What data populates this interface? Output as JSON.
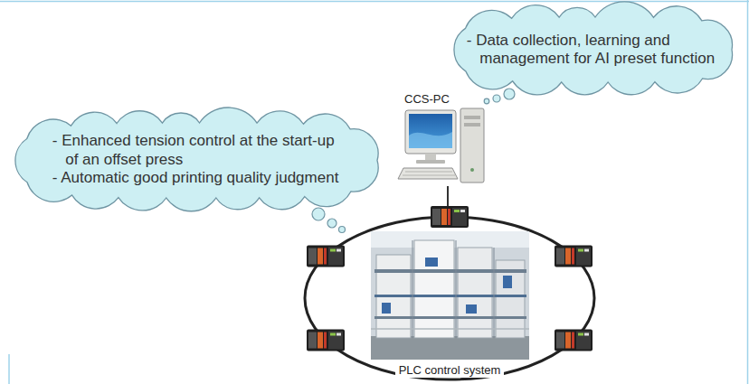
{
  "diagram": {
    "nodes": [
      {
        "text": [
          "- Data collection, learning and management for AI preset function"
        ]
      },
      {
        "text": [
          "CCS-PC"
        ]
      },
      {
        "text": [
          "- Enhanced tension control at the start-up of an offset press",
          "- Automatic good printing quality judgment"
        ]
      },
      {
        "text": [
          "PLC control system"
        ]
      }
    ],
    "edges": [
      {
        "from": 1,
        "to": 3,
        "arrow": "none"
      }
    ]
  }
}
